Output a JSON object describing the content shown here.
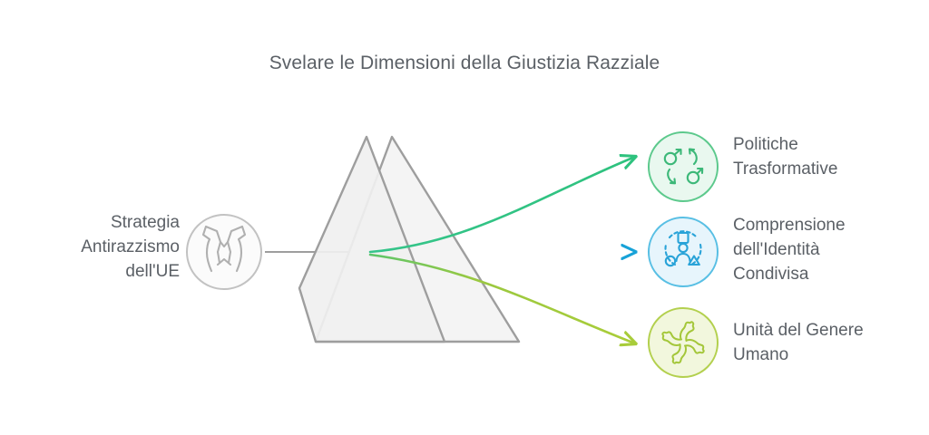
{
  "title": "Svelare le Dimensioni della Giustizia Razziale",
  "source": {
    "label": "Strategia\nAntirazzismo\ndell'UE",
    "icon": "hands-holding-crack-icon",
    "circle_color": "#bdbdbd",
    "fill_color": "#fafafa"
  },
  "prism": {
    "name": "prism",
    "stroke_color": "#9e9e9e",
    "fill_color": "#f2f2f2"
  },
  "input_beam": {
    "color": "#9e9e9e"
  },
  "outputs": [
    {
      "label": "Politiche\nTrasformative",
      "icon": "gender-transformation-cycle-icon",
      "color": "#3cb878",
      "ray_color": "#2ec27e",
      "circle_fill": "#e8f8ef",
      "circle_stroke": "#5cc98c"
    },
    {
      "label": "Comprensione\ndell'Identità\nCondivisa",
      "icon": "shared-identity-people-shapes-icon",
      "color": "#29a3d8",
      "ray_color": "#17a2d8",
      "circle_fill": "#e6f5fc",
      "circle_stroke": "#58bfe4"
    },
    {
      "label": "Unità del Genere\nUmano",
      "icon": "human-unity-pinwheel-icon",
      "color": "#a4c73a",
      "ray_color": "#a8cc3a",
      "circle_fill": "#f1f7dc",
      "circle_stroke": "#b3d04e"
    }
  ]
}
